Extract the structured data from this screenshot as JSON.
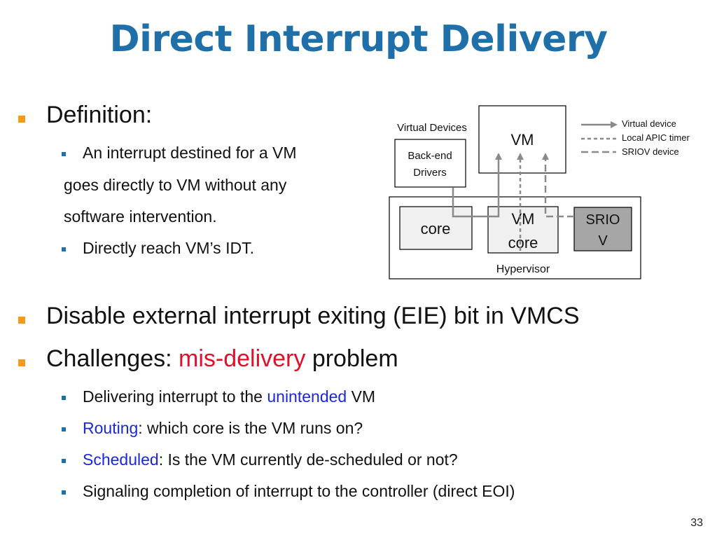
{
  "title": "Direct Interrupt Delivery",
  "page_number": "33",
  "definition": {
    "heading": "Definition:",
    "items": [
      {
        "line1": "An interrupt destined for a VM",
        "line2": "goes directly to VM without any",
        "line3": "software intervention."
      },
      {
        "line1": "Directly reach VM’s IDT."
      }
    ]
  },
  "disable": "Disable external interrupt exiting (EIE) bit in VMCS",
  "challenges": {
    "prefix": "Challenges: ",
    "highlight": "mis-delivery",
    "suffix": " problem",
    "items": [
      {
        "pre": "Delivering interrupt to the ",
        "hl": "unintended",
        "post": " VM"
      },
      {
        "hl": "Routing",
        "post": ": which core is the VM runs on?"
      },
      {
        "hl": "Scheduled",
        "post": ": Is the VM currently de-scheduled or not?"
      },
      {
        "post": "Signaling completion of interrupt to the controller (direct EOI)"
      }
    ]
  },
  "diagram": {
    "virtual_devices_label": "Virtual Devices",
    "vm_label": "VM",
    "backend_line1": "Back-end",
    "backend_line2": "Drivers",
    "core_label": "core",
    "vmcore_line1": "VM",
    "vmcore_line2": "core",
    "sriov_line1": "SRIO",
    "sriov_line2": "V",
    "hypervisor_label": "Hypervisor",
    "legend": [
      "Virtual device",
      "Local APIC timer",
      "SRIOV device"
    ],
    "colors": {
      "arrow": "#8a8a8a",
      "core_fill": "#f0f0f0",
      "sriov_fill": "#a6a6a6"
    }
  }
}
